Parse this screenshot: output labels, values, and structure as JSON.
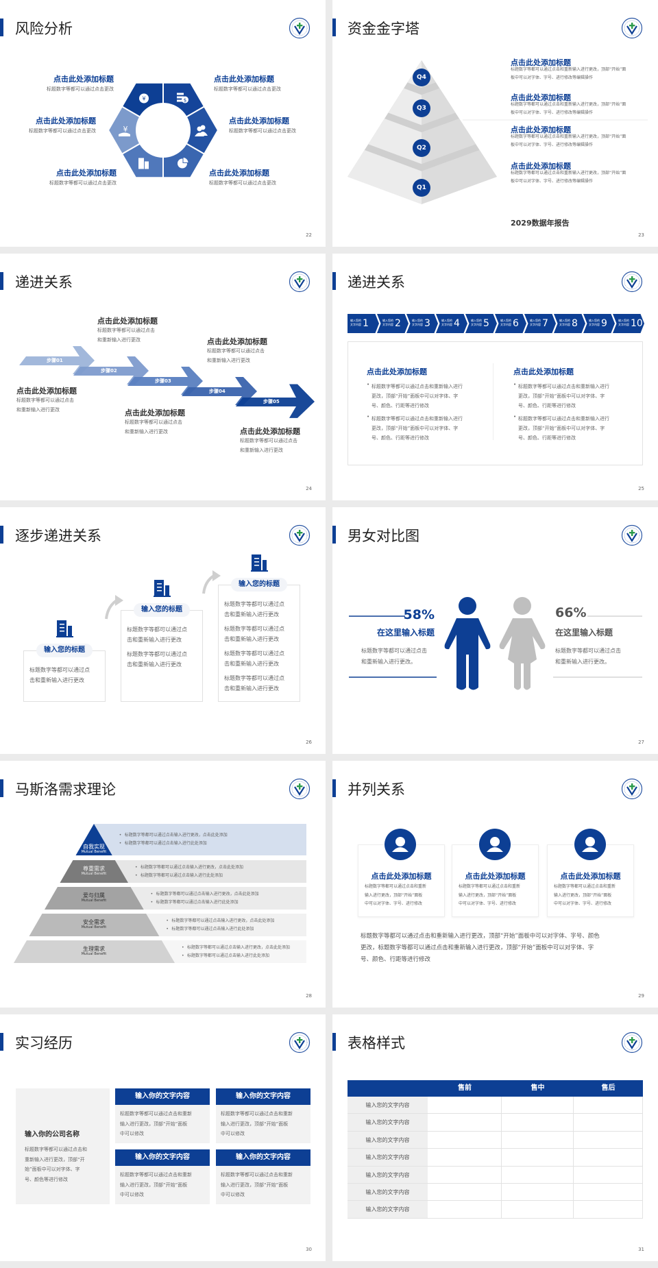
{
  "accent": "#0d3f94",
  "logo_icon": "school-emblem-logo",
  "slides": {
    "s22": {
      "title": "风险分析",
      "page": "22",
      "items": [
        {
          "title": "点击此处添加标题",
          "desc": "标题数字等都可以通过点击更改"
        },
        {
          "title": "点击此处添加标题",
          "desc": "标题数字等都可以通过点击更改"
        },
        {
          "title": "点击此处添加标题",
          "desc": "标题数字等都可以通过点击更改"
        },
        {
          "title": "点击此处添加标题",
          "desc": "标题数字等都可以通过点击更改"
        },
        {
          "title": "点击此处添加标题",
          "desc": "标题数字等都可以通过点击更改"
        },
        {
          "title": "点击此处添加标题",
          "desc": "标题数字等都可以通过点击更改"
        }
      ],
      "icons": [
        "money-bag",
        "coins",
        "people",
        "pie-chart",
        "building",
        "yen-hand"
      ]
    },
    "s23": {
      "title": "资金金字塔",
      "page": "23",
      "levels": [
        "Q4",
        "Q3",
        "Q2",
        "Q1"
      ],
      "items": [
        {
          "title": "点击此处添加标题",
          "desc1": "标题数字等都可以通过点击和重新输入进行更改，顶部“开始”面",
          "desc2": "板中可以对字体、字号、进行修改等编辑操作"
        },
        {
          "title": "点击此处添加标题",
          "desc1": "标题数字等都可以通过点击和重新输入进行更改，顶部“开始”面",
          "desc2": "板中可以对字体、字号、进行修改等编辑操作"
        },
        {
          "title": "点击此处添加标题",
          "desc1": "标题数字等都可以通过点击和重新输入进行更改，顶部“开始”面",
          "desc2": "板中可以对字体、字号、进行修改等编辑操作"
        },
        {
          "title": "点击此处添加标题",
          "desc1": "标题数字等都可以通过点击和重新输入进行更改，顶部“开始”面",
          "desc2": "板中可以对字体、字号、进行修改等编辑操作"
        }
      ],
      "footer": "2029数据年报告"
    },
    "s24": {
      "title": "递进关系",
      "page": "24",
      "steps": [
        "步骤01",
        "步骤02",
        "步骤03",
        "步骤04",
        "步骤05"
      ],
      "items": [
        {
          "title": "点击此处添加标题",
          "desc1": "标题数字等都可以通过点击",
          "desc2": "和重新输入进行更改"
        },
        {
          "title": "点击此处添加标题",
          "desc1": "标题数字等都可以通过点击",
          "desc2": "和重新输入进行更改"
        },
        {
          "title": "点击此处添加标题",
          "desc1": "标题数字等都可以通过点击",
          "desc2": "和重新输入进行更改"
        },
        {
          "title": "点击此处添加标题",
          "desc1": "标题数字等都可以通过点击",
          "desc2": "和重新输入进行更改"
        },
        {
          "title": "点击此处添加标题",
          "desc1": "标题数字等都可以通过点击",
          "desc2": "和重新输入进行更改"
        }
      ]
    },
    "s25": {
      "title": "递进关系",
      "page": "25",
      "chevrons": [
        {
          "l1": "输入您的",
          "l2": "文字内容",
          "num": "1"
        },
        {
          "l1": "输入您的",
          "l2": "文字内容",
          "num": "2"
        },
        {
          "l1": "输入您的",
          "l2": "文字内容",
          "num": "3"
        },
        {
          "l1": "输入您的",
          "l2": "文字内容",
          "num": "4"
        },
        {
          "l1": "输入您的",
          "l2": "文字内容",
          "num": "5"
        },
        {
          "l1": "输入您的",
          "l2": "文字内容",
          "num": "6"
        },
        {
          "l1": "输入您的",
          "l2": "文字内容",
          "num": "7"
        },
        {
          "l1": "输入您的",
          "l2": "文字内容",
          "num": "8"
        },
        {
          "l1": "输入您的",
          "l2": "文字内容",
          "num": "9"
        },
        {
          "l1": "输入您的",
          "l2": "文字内容",
          "num": "10"
        }
      ],
      "columns": [
        {
          "title": "点击此处添加标题",
          "bullets": [
            [
              "标题数字等都可以通过点击和重新输入进行",
              "更改，顶部“开始”面板中可以对字体、字",
              "号、颜色、行距等进行修改"
            ],
            [
              "标题数字等都可以通过点击和重新输入进行",
              "更改，顶部“开始”面板中可以对字体、字",
              "号、颜色、行距等进行修改"
            ]
          ]
        },
        {
          "title": "点击此处添加标题",
          "bullets": [
            [
              "标题数字等都可以通过点击和重新输入进行",
              "更改，顶部“开始”面板中可以对字体、字",
              "号、颜色、行距等进行修改"
            ],
            [
              "标题数字等都可以通过点击和重新输入进行",
              "更改，顶部“开始”面板中可以对字体、字",
              "号、颜色、行距等进行修改"
            ]
          ]
        }
      ]
    },
    "s26": {
      "title": "逐步递进关系",
      "page": "26",
      "boxes": [
        {
          "title": "输入您的标题",
          "paras": [
            [
              "标题数字等都可以通过点",
              "击和重新输入进行更改"
            ]
          ]
        },
        {
          "title": "输入您的标题",
          "paras": [
            [
              "标题数字等都可以通过点",
              "击和重新输入进行更改"
            ],
            [
              "标题数字等都可以通过点",
              "击和重新输入进行更改"
            ]
          ]
        },
        {
          "title": "输入您的标题",
          "paras": [
            [
              "标题数字等都可以通过点",
              "击和重新输入进行更改"
            ],
            [
              "标题数字等都可以通过点",
              "击和重新输入进行更改"
            ],
            [
              "标题数字等都可以通过点",
              "击和重新输入进行更改"
            ],
            [
              "标题数字等都可以通过点",
              "击和重新输入进行更改"
            ]
          ]
        }
      ]
    },
    "s27": {
      "title": "男女对比图",
      "page": "27",
      "male": {
        "percent": "58%",
        "title": "在这里输入标题",
        "desc1": "标题数字等都可以通过点击",
        "desc2": "和重新输入进行更改。",
        "color": "#0d3f94"
      },
      "female": {
        "percent": "66%",
        "title": "在这里输入标题",
        "desc1": "标题数字等都可以通过点击",
        "desc2": "和重新输入进行更改。",
        "color": "#bfbfbf"
      }
    },
    "s28": {
      "title": "马斯洛需求理论",
      "page": "28",
      "levels": [
        {
          "name": "自我实现",
          "sub": "Mutual Benefit",
          "b1": "标题数字等都可以通过点击输入进行更改，点击此处添加",
          "b2": "标题数字等都可以通过点击输入进行此处添加"
        },
        {
          "name": "尊重需求",
          "sub": "Mutual Benefit",
          "b1": "标题数字等都可以通过点击输入进行更改，点击此处添加",
          "b2": "标题数字等都可以通过点击输入进行此处添加"
        },
        {
          "name": "爱与归属",
          "sub": "Mutual Benefit",
          "b1": "标题数字等都可以通过点击输入进行更改，点击此处添加",
          "b2": "标题数字等都可以通过点击输入进行此处添加"
        },
        {
          "name": "安全需求",
          "sub": "Mutual Benefit",
          "b1": "标题数字等都可以通过点击输入进行更改，点击此处添加",
          "b2": "标题数字等都可以通过点击输入进行此处添加"
        },
        {
          "name": "生理需求",
          "sub": "Mutual Benefit",
          "b1": "标题数字等都可以通过点击输入进行更改，点击此处添加",
          "b2": "标题数字等都可以通过点击输入进行此处添加"
        }
      ]
    },
    "s29": {
      "title": "并列关系",
      "page": "29",
      "cards": [
        {
          "icon": "customer-service-icon",
          "title": "点击此处添加标题",
          "d1": "标题数字等都可以通过点击和重新",
          "d2": "输入进行更改，顶部“开始”面板",
          "d3": "中可以对字体、字号、进行修改"
        },
        {
          "icon": "person-icon",
          "title": "点击此处添加标题",
          "d1": "标题数字等都可以通过点击和重新",
          "d2": "输入进行更改，顶部“开始”面板",
          "d3": "中可以对字体、字号、进行修改"
        },
        {
          "icon": "presenter-icon",
          "title": "点击此处添加标题",
          "d1": "标题数字等都可以通过点击和重新",
          "d2": "输入进行更改，顶部“开始”面板",
          "d3": "中可以对字体、字号、进行修改"
        }
      ],
      "paragraph": [
        "标题数字等都可以通过点击和重新输入进行更改，顶部“开始”面板中可以对字体、字号、颜色",
        "更改，标题数字等都可以通过点击和重新输入进行更改，顶部“开始”面板中可以对字体、字",
        "号、颜色、行距等进行修改"
      ]
    },
    "s30": {
      "title": "实习经历",
      "page": "30",
      "company": "输入你的公司名称",
      "company_desc": [
        "标题数字等都可以通过点击和",
        "重新输入进行更改，顶部“开",
        "始”面板中可以对字体、字",
        "号、颜色等进行修改"
      ],
      "blocks": [
        {
          "header": "输入你的文字内容",
          "body": [
            "标题数字等都可以通过点击和重新",
            "输入进行更改，顶部“开始”面板",
            "中可以修改"
          ]
        },
        {
          "header": "输入你的文字内容",
          "body": [
            "标题数字等都可以通过点击和重新",
            "输入进行更改，顶部“开始”面板",
            "中可以修改"
          ]
        },
        {
          "header": "输入你的文字内容",
          "body": [
            "标题数字等都可以通过点击和重新",
            "输入进行更改，顶部“开始”面板",
            "中可以修改"
          ]
        },
        {
          "header": "输入你的文字内容",
          "body": [
            "标题数字等都可以通过点击和重新",
            "输入进行更改，顶部“开始”面板",
            "中可以修改"
          ]
        }
      ]
    },
    "s31": {
      "title": "表格样式",
      "page": "31",
      "columns": [
        "",
        "售前",
        "售中",
        "售后"
      ],
      "rows": [
        "输入您的文字内容",
        "输入您的文字内容",
        "输入您的文字内容",
        "输入您的文字内容",
        "输入您的文字内容",
        "输入您的文字内容",
        "输入您的文字内容"
      ]
    }
  }
}
